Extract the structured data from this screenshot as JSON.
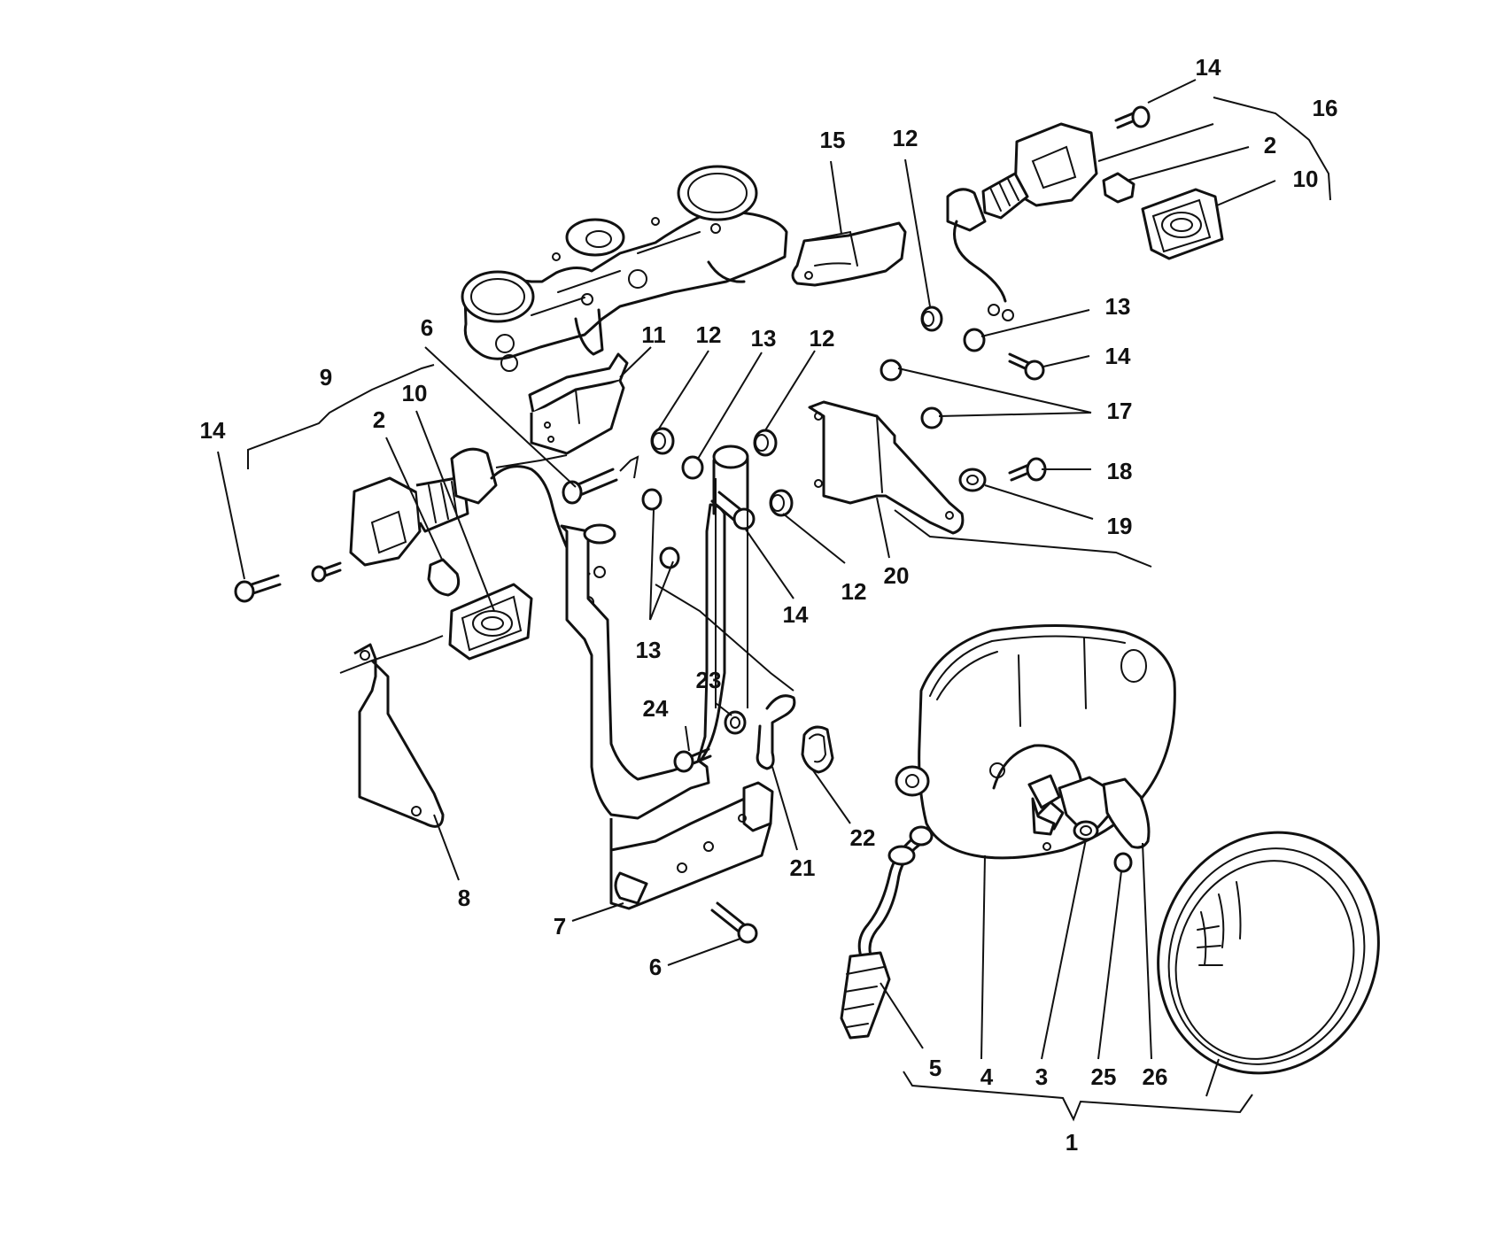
{
  "callouts": [
    {
      "id": "c-14-top",
      "label": "14"
    },
    {
      "id": "c-16",
      "label": "16"
    },
    {
      "id": "c-2-right",
      "label": "2"
    },
    {
      "id": "c-10-right",
      "label": "10"
    },
    {
      "id": "c-15",
      "label": "15"
    },
    {
      "id": "c-12-top",
      "label": "12"
    },
    {
      "id": "c-13-right",
      "label": "13"
    },
    {
      "id": "c-14-right",
      "label": "14"
    },
    {
      "id": "c-6-top",
      "label": "6"
    },
    {
      "id": "c-11",
      "label": "11"
    },
    {
      "id": "c-12-a",
      "label": "12"
    },
    {
      "id": "c-13-a",
      "label": "13"
    },
    {
      "id": "c-12-b",
      "label": "12"
    },
    {
      "id": "c-17",
      "label": "17"
    },
    {
      "id": "c-18",
      "label": "18"
    },
    {
      "id": "c-19",
      "label": "19"
    },
    {
      "id": "c-9",
      "label": "9"
    },
    {
      "id": "c-10-left",
      "label": "10"
    },
    {
      "id": "c-2-left",
      "label": "2"
    },
    {
      "id": "c-14-left",
      "label": "14"
    },
    {
      "id": "c-12-c",
      "label": "12"
    },
    {
      "id": "c-20",
      "label": "20"
    },
    {
      "id": "c-14-mid",
      "label": "14"
    },
    {
      "id": "c-13-mid",
      "label": "13"
    },
    {
      "id": "c-23",
      "label": "23"
    },
    {
      "id": "c-24",
      "label": "24"
    },
    {
      "id": "c-22",
      "label": "22"
    },
    {
      "id": "c-21",
      "label": "21"
    },
    {
      "id": "c-8",
      "label": "8"
    },
    {
      "id": "c-7",
      "label": "7"
    },
    {
      "id": "c-6-bottom",
      "label": "6"
    },
    {
      "id": "c-5",
      "label": "5"
    },
    {
      "id": "c-4",
      "label": "4"
    },
    {
      "id": "c-3",
      "label": "3"
    },
    {
      "id": "c-25",
      "label": "25"
    },
    {
      "id": "c-26",
      "label": "26"
    },
    {
      "id": "c-1",
      "label": "1"
    }
  ]
}
